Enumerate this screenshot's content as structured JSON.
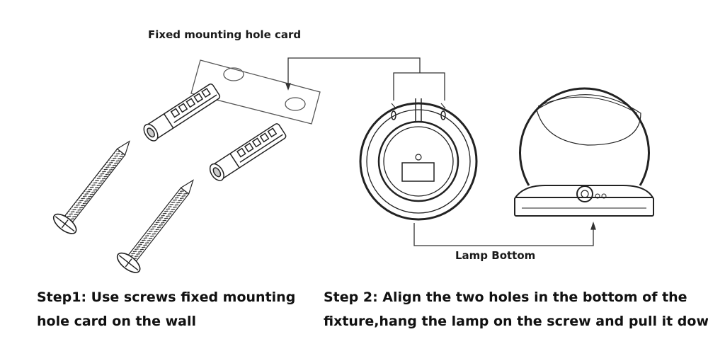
{
  "labels": {
    "card": "Fixed mounting hole card",
    "lamp_bottom": "Lamp Bottom"
  },
  "steps": {
    "step1_line1": "Step1: Use screws fixed mounting",
    "step1_line2": "hole card on the wall",
    "step2_line1": "Step 2: Align the two holes in the bottom of the",
    "step2_line2": "fixture,hang the lamp on the screw and pull it down"
  },
  "colors": {
    "ink": "#1a1a1a",
    "background": "#ffffff"
  },
  "icons": [
    "screw-icon",
    "wall-anchor-icon",
    "mounting-card-icon",
    "lamp-bottom-view-icon",
    "lamp-side-view-icon"
  ]
}
